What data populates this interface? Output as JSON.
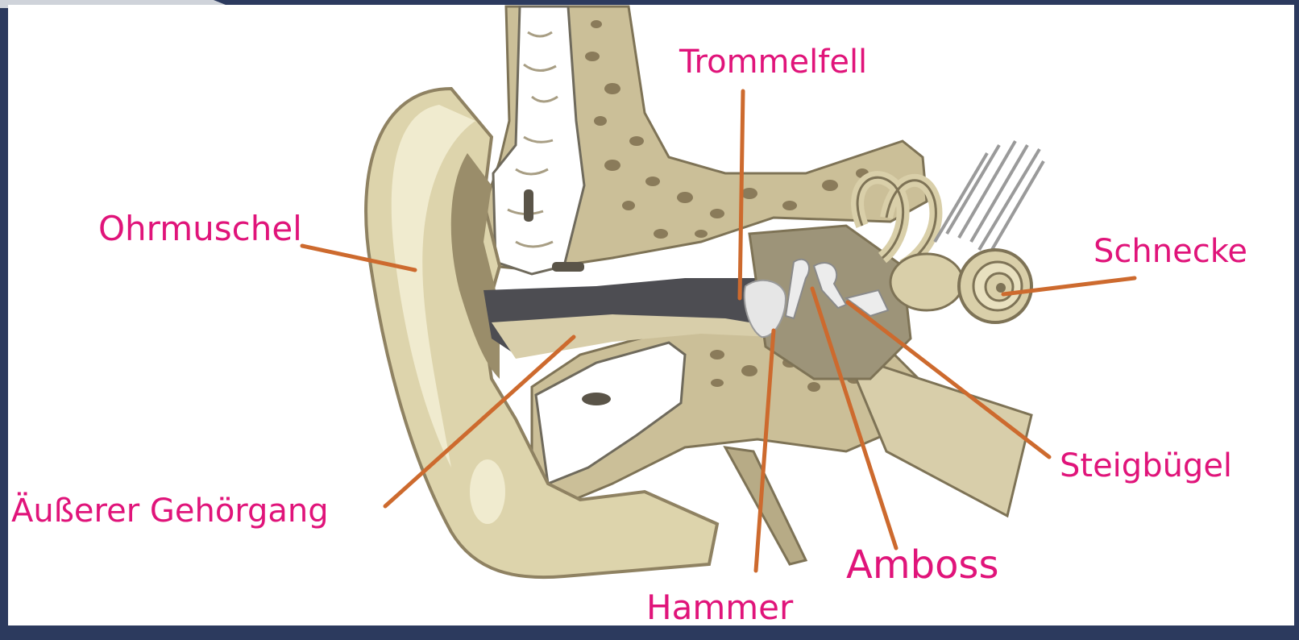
{
  "diagram": {
    "labels": {
      "trommelfell": "Trommelfell",
      "ohrmuschel": "Ohrmuschel",
      "schnecke": "Schnecke",
      "aeusserer_gehoergang": "Äußerer Gehörgang",
      "steigbuegel": "Steigbügel",
      "amboss": "Amboss",
      "hammer": "Hammer"
    },
    "colors": {
      "label": "#e0147a",
      "leader": "#cd6a2e",
      "skin": "#ddd4ac",
      "skin_light": "#f0ebcf",
      "skin_dark": "#9a8d6a",
      "bone": "#cbbf98",
      "bone_spots": "#8a7b5a",
      "canal": "#4d4d52",
      "frame": "#2c3a5e"
    }
  }
}
